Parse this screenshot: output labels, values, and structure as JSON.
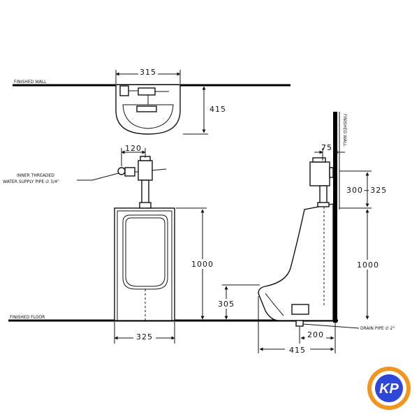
{
  "labels": {
    "finished_wall": "FINISHED WALL",
    "finished_floor": "FINISHED FLOOR",
    "wall_vertical": "FINISHED WALL",
    "supply_pipe_line1": "INNER THREADED",
    "supply_pipe_line2": "WATER SUPPLY PIPE ∅ 3/4\"",
    "drain_pipe": "DRAIN PIPE ∅ 2\""
  },
  "dimensions": {
    "top_width": "315",
    "top_depth": "415",
    "valve_offset": "120",
    "front_height": "1000",
    "front_width": "325",
    "wall_offset": "75",
    "supply_height": "300~325",
    "side_height": "1000",
    "lip_height": "305",
    "drain_offset": "200",
    "side_depth": "415"
  },
  "logo": {
    "text": "KP",
    "ring_color": "#f2951f",
    "center_color": "#2e47d8",
    "text_color": "#ffffff"
  }
}
